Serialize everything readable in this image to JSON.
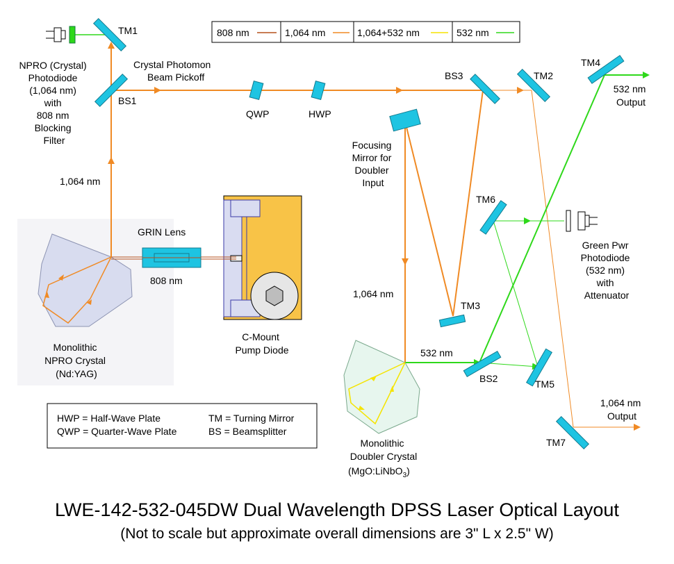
{
  "legend": {
    "items": [
      {
        "label": "808 nm",
        "color": "#b5501c"
      },
      {
        "label": "1,064 nm",
        "color": "#f08a24"
      },
      {
        "label": "1,064+532 nm",
        "color": "#f5e400"
      },
      {
        "label": "532 nm",
        "color": "#2ed81a"
      }
    ]
  },
  "labels": {
    "tm1": "TM1",
    "npro_photodiode": [
      "NPRO (Crystal)",
      "Photodiode",
      "(1,064 nm)",
      "with",
      "808 nm",
      "Blocking",
      "Filter"
    ],
    "crystal_photomon": [
      "Crystal Photomon",
      "Beam Pickoff"
    ],
    "bs1": "BS1",
    "qwp": "QWP",
    "hwp": "HWP",
    "bs3": "BS3",
    "tm2": "TM2",
    "tm4": "TM4",
    "output_532": [
      "532 nm",
      "Output"
    ],
    "focusing_mirror": [
      "Focusing",
      "Mirror for",
      "Doubler",
      "Input"
    ],
    "beam_1064_left": "1,064 nm",
    "grin_lens": "GRIN Lens",
    "beam_808": "808 nm",
    "tm6": "TM6",
    "green_photodiode": [
      "Green Pwr",
      "Photodiode",
      "(532 nm)",
      "with",
      "Attenuator"
    ],
    "beam_1064_mid": "1,064 nm",
    "tm3": "TM3",
    "cmount": [
      "C-Mount",
      "Pump Diode"
    ],
    "npro_crystal": [
      "Monolithic",
      "NPRO Crystal",
      "(Nd:YAG)"
    ],
    "beam_532": "532 nm",
    "bs2": "BS2",
    "tm5": "TM5",
    "output_1064": [
      "1,064 nm",
      "Output"
    ],
    "tm7": "TM7",
    "doubler_crystal": [
      "Monolithic",
      "Doubler Crystal"
    ],
    "doubler_material_prefix": "(MgO:LiNbO",
    "doubler_material_sub": "3",
    "doubler_material_suffix": ")"
  },
  "abbreviations": [
    {
      "key": "HWP",
      "value": "Half-Wave Plate"
    },
    {
      "key": "QWP",
      "value": "Quarter-Wave Plate"
    },
    {
      "key": "TM",
      "value": "Turning Mirror"
    },
    {
      "key": "BS",
      "value": "Beamsplitter"
    }
  ],
  "title": "LWE-142-532-045DW Dual Wavelength DPSS Laser Optical Layout",
  "subtitle": "(Not to scale but approximate overall dimensions are 3\" L x 2.5\" W)"
}
